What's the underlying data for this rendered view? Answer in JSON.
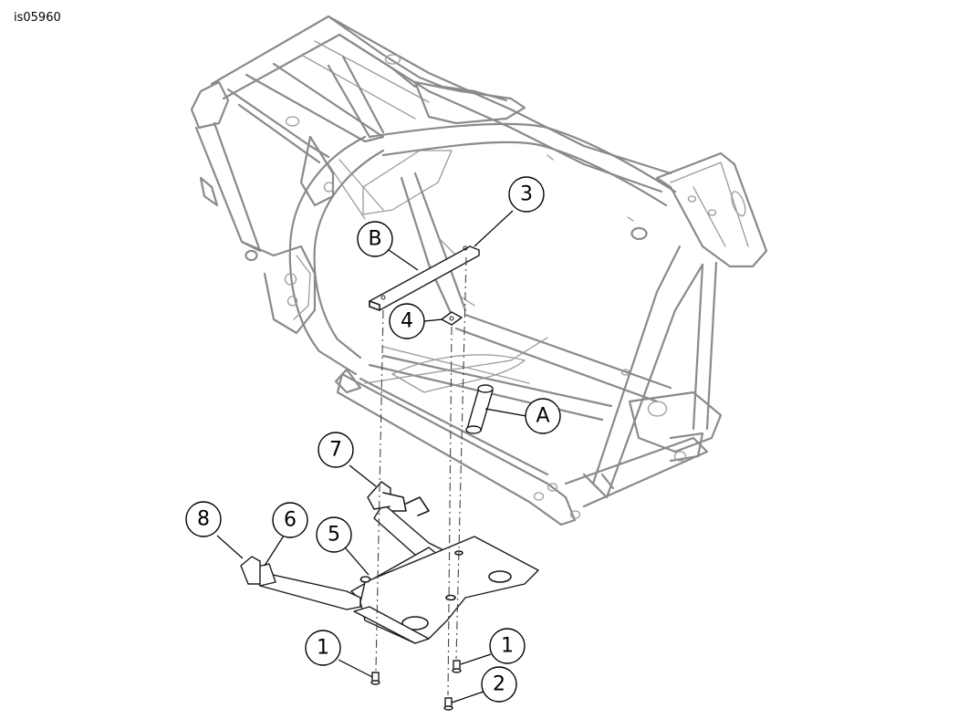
{
  "figure_id": "is05960",
  "callouts": {
    "c1a": "1",
    "c1b": "1",
    "c2": "2",
    "c3": "3",
    "c4": "4",
    "c5": "5",
    "c6": "6",
    "c7": "7",
    "c8": "8",
    "cA": "A",
    "cB": "B"
  }
}
